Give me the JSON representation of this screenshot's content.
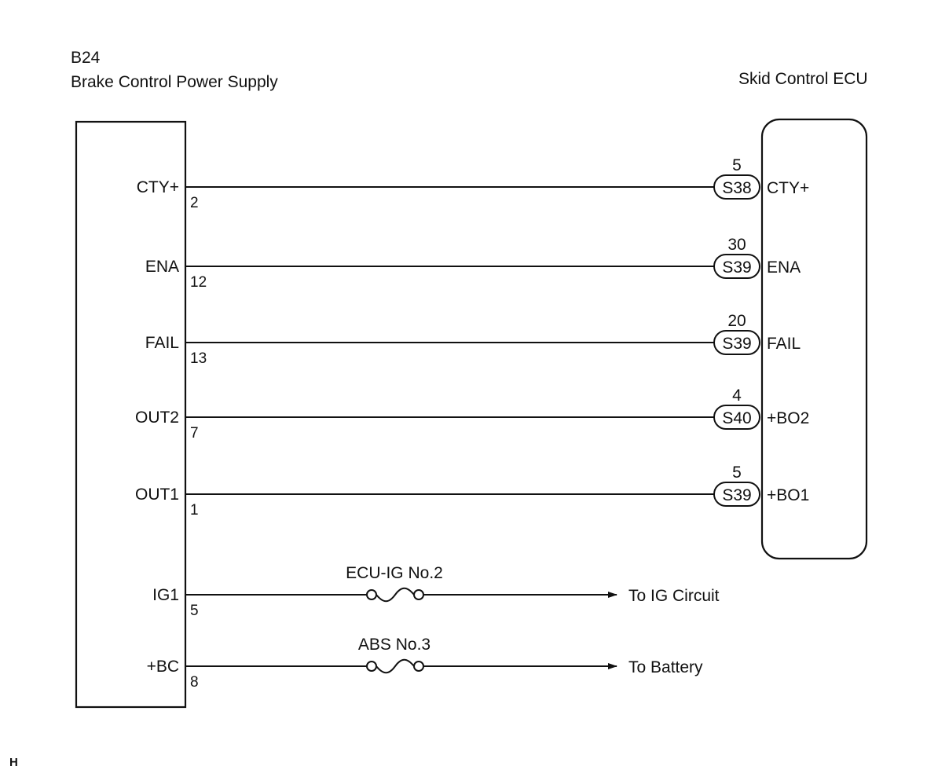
{
  "left_component": {
    "code": "B24",
    "name": "Brake Control Power Supply"
  },
  "right_component": {
    "name": "Skid Control ECU"
  },
  "signals": [
    {
      "left_label": "CTY+",
      "left_pin": "2",
      "connector": "S38",
      "right_pin": "5",
      "right_label": "CTY+"
    },
    {
      "left_label": "ENA",
      "left_pin": "12",
      "connector": "S39",
      "right_pin": "30",
      "right_label": "ENA"
    },
    {
      "left_label": "FAIL",
      "left_pin": "13",
      "connector": "S39",
      "right_pin": "20",
      "right_label": "FAIL"
    },
    {
      "left_label": "OUT2",
      "left_pin": "7",
      "connector": "S40",
      "right_pin": "4",
      "right_label": "+BO2"
    },
    {
      "left_label": "OUT1",
      "left_pin": "1",
      "connector": "S39",
      "right_pin": "5",
      "right_label": "+BO1"
    }
  ],
  "power_lines": [
    {
      "left_label": "IG1",
      "left_pin": "5",
      "fuse": "ECU-IG No.2",
      "destination": "To IG Circuit"
    },
    {
      "left_label": "+BC",
      "left_pin": "8",
      "fuse": "ABS No.3",
      "destination": "To Battery"
    }
  ],
  "corner_mark": "H"
}
